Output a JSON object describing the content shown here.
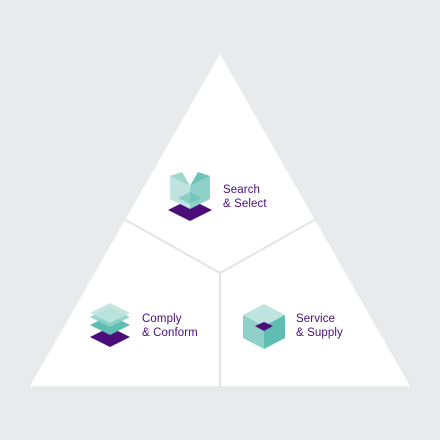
{
  "segments": [
    {
      "id": "search-select",
      "line1": "Search",
      "line2": "& Select",
      "icon": "open-box-icon"
    },
    {
      "id": "comply-conform",
      "line1": "Comply",
      "line2": "& Conform",
      "icon": "stacked-layers-icon"
    },
    {
      "id": "service-supply",
      "line1": "Service",
      "line2": "& Supply",
      "icon": "hexagon-cube-icon"
    }
  ],
  "colors": {
    "background": "#e9eaeb",
    "triangle": "#ffffff",
    "divider": "#e3e4e6",
    "text": "#4a0d7a",
    "teal_light": "#bfe4df",
    "teal_mid": "#8fd1c8",
    "teal_dark": "#5fbdb1",
    "purple": "#4a0d7a"
  }
}
